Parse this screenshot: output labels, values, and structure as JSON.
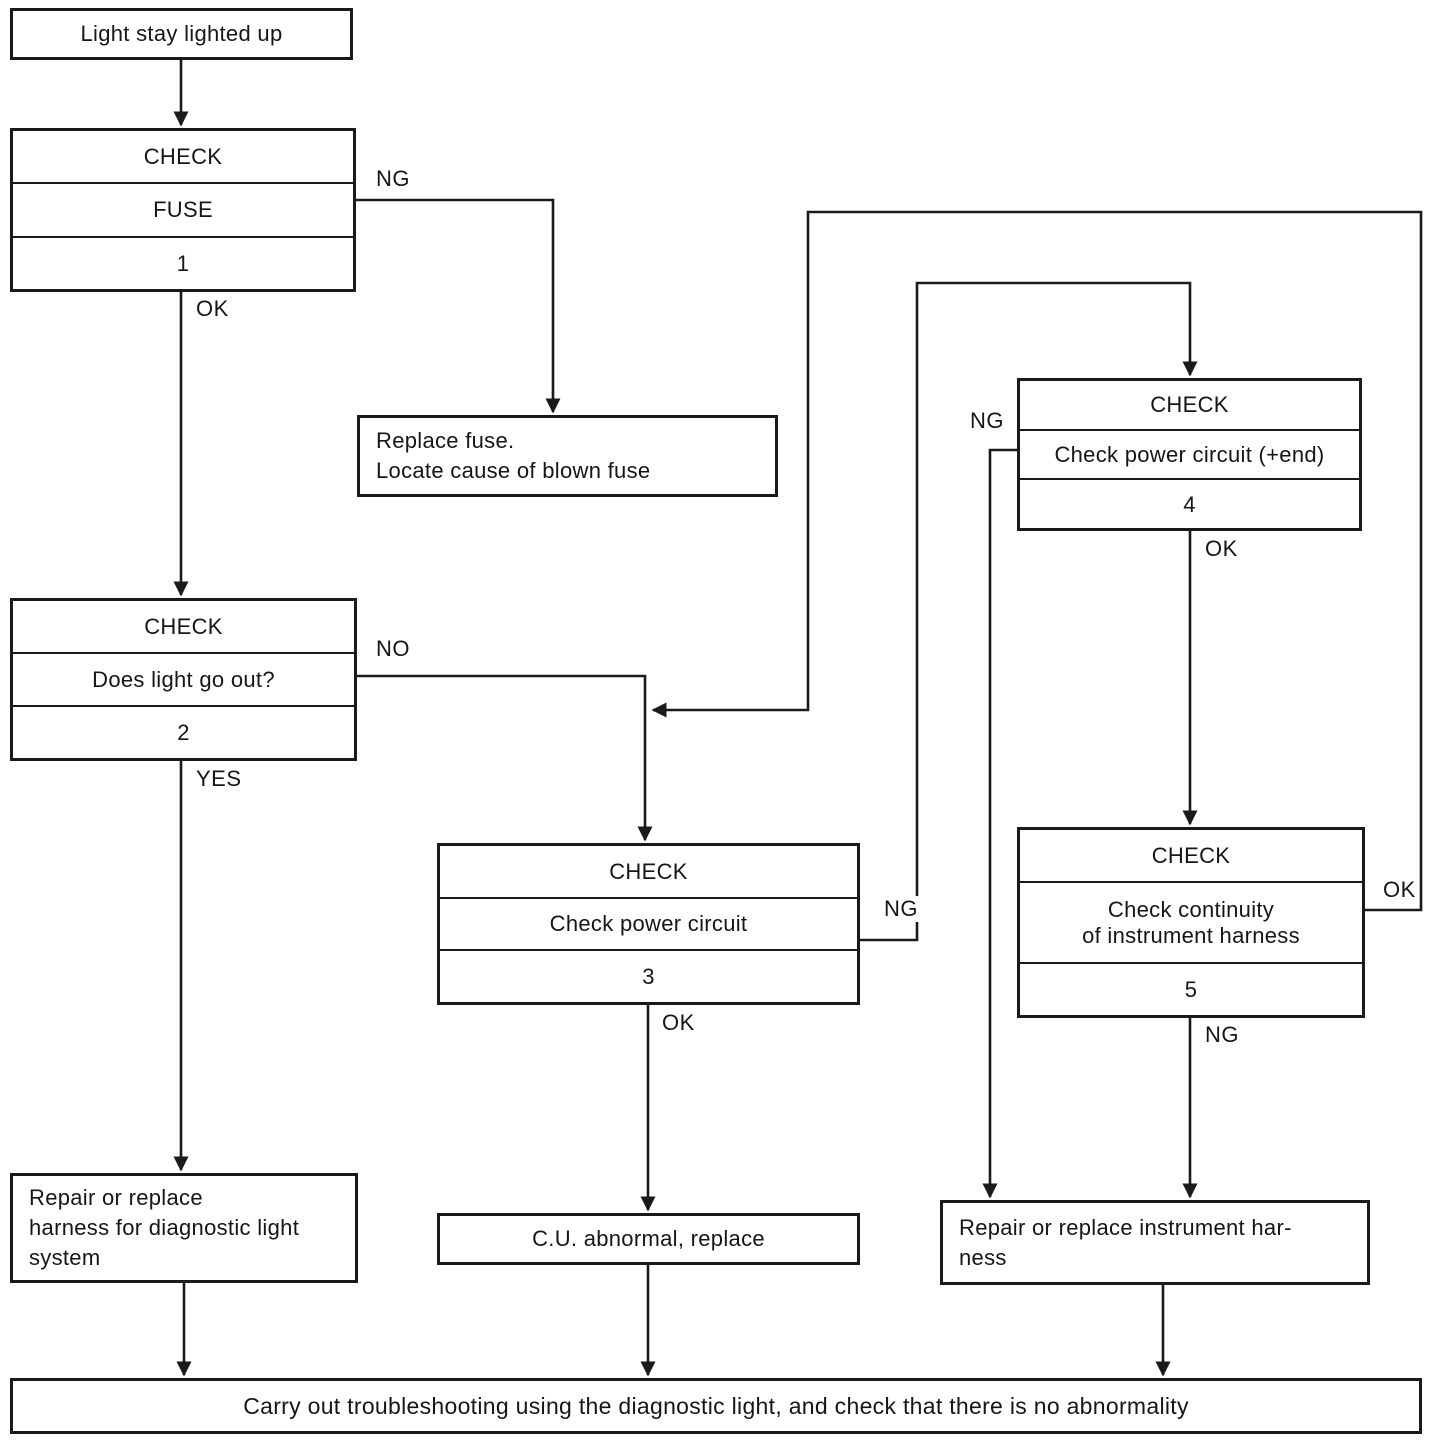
{
  "colors": {
    "ink": "#1a1a1a",
    "paper": "#ffffff"
  },
  "flowchart": {
    "start": {
      "label": "Light stay lighted up"
    },
    "check_fuse": {
      "header": "CHECK",
      "body": "FUSE",
      "step": "1",
      "ng": "NG",
      "ok": "OK"
    },
    "replace_fuse": {
      "lines": [
        "Replace fuse.",
        "Locate cause of blown fuse"
      ]
    },
    "check_light": {
      "header": "CHECK",
      "body": "Does light go out?",
      "step": "2",
      "no": "NO",
      "yes": "YES"
    },
    "check_power": {
      "header": "CHECK",
      "body": "Check power circuit",
      "step": "3",
      "ng": "NG",
      "ok": "OK"
    },
    "check_power_end": {
      "header": "CHECK",
      "body": "Check power circuit (+end)",
      "step": "4",
      "ng": "NG",
      "ok": "OK"
    },
    "check_continuity": {
      "header": "CHECK",
      "body_lines": [
        "Check continuity",
        "of instrument harness"
      ],
      "step": "5",
      "ok": "OK",
      "ng": "NG"
    },
    "repair_diag_harness": {
      "lines": [
        "Repair or replace",
        "harness for diagnostic light",
        "system"
      ]
    },
    "cu_abnormal": {
      "label": "C.U. abnormal, replace"
    },
    "repair_instrument_harness": {
      "lines": [
        "Repair or replace instrument har-",
        "ness"
      ]
    },
    "final": {
      "label": "Carry out troubleshooting using the diagnostic light, and check that there is no abnormality"
    }
  }
}
